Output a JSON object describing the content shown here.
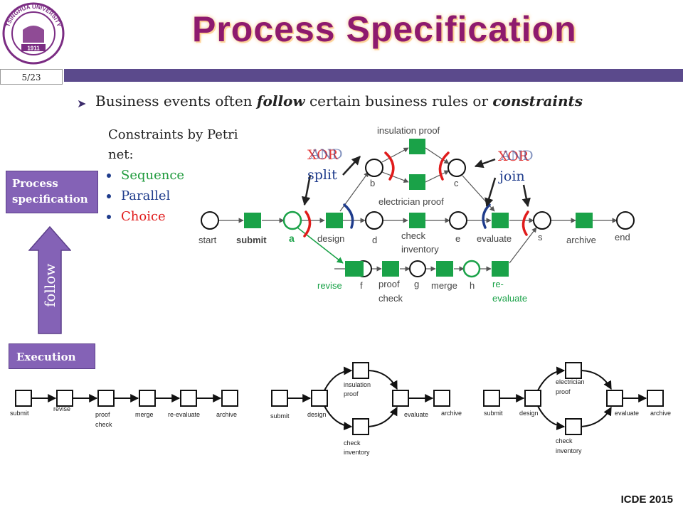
{
  "slide": {
    "title": "Process Specification",
    "page": "5/23",
    "footer": "ICDE 2015",
    "main_bullet": {
      "part1": "Business events often ",
      "em1": "follow",
      "part2": " certain business rules or ",
      "em2": "constraints"
    },
    "constraints_heading": "Constraints by Petri net:",
    "constraint_items": [
      "Sequence",
      "Parallel",
      "Choice"
    ],
    "process_box": "Process specification",
    "execution_box": "Execution",
    "follow_label": "follow",
    "logo_text": "TSINGHUA UNIVERSITY",
    "logo_year": "1911"
  },
  "colors": {
    "title": "#8e1a6e",
    "bar": "#5b4a8c",
    "purple_box": "#8462b6",
    "transition": "#1aa248",
    "sequence": "#1f9a3c",
    "parallel": "#1f3c8c",
    "choice": "#e01b1b"
  },
  "petri": {
    "split_xor": "XOR",
    "split_and": "AND",
    "split_word": "split",
    "join_xor": "XOR",
    "join_and": "AND",
    "join_word": "join",
    "places": {
      "start": "start",
      "a": "a",
      "b": "b",
      "c": "c",
      "d": "d",
      "e": "e",
      "s": "s",
      "end": "end",
      "f": "f",
      "g": "g",
      "h": "h"
    },
    "transitions": {
      "submit": "submit",
      "design": "design",
      "insulation_proof": "insulation proof",
      "electrician_proof": "electrician proof",
      "check_inventory_1": "check",
      "check_inventory_2": "inventory",
      "evaluate": "evaluate",
      "archive": "archive",
      "revise": "revise",
      "proof_check_1": "proof",
      "proof_check_2": "check",
      "merge": "merge",
      "reevaluate_1": "re-",
      "reevaluate_2": "evaluate"
    }
  },
  "executions": {
    "trace1": {
      "submit": "submit",
      "revise": "revise",
      "proof_check_1": "proof",
      "proof_check_2": "check",
      "merge": "merge",
      "reevaluate": "re-evaluate",
      "archive": "archive"
    },
    "trace2": {
      "submit": "submit",
      "design": "design",
      "branch_top_1": "insulation",
      "branch_top_2": "proof",
      "branch_bottom_1": "check",
      "branch_bottom_2": "inventory",
      "evaluate": "evaluate",
      "archive": "archive"
    },
    "trace3": {
      "submit": "submit",
      "design": "design",
      "branch_top_1": "electrician",
      "branch_top_2": "proof",
      "branch_bottom_1": "check",
      "branch_bottom_2": "inventory",
      "evaluate": "evaluate",
      "archive": "archive"
    }
  }
}
